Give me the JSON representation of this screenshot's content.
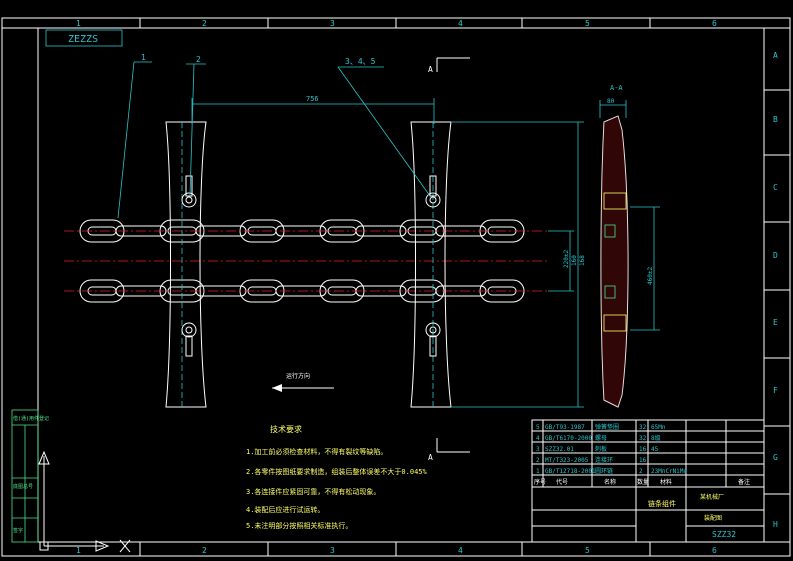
{
  "drawing": {
    "code_box": "ZEZZS",
    "drawing_number": "SZZ32",
    "grid_cols": [
      "1",
      "2",
      "3",
      "4",
      "5",
      "6"
    ],
    "grid_rows": [
      "A",
      "B",
      "C",
      "D",
      "E",
      "F",
      "G",
      "H"
    ],
    "section_mark": "A",
    "section_title": "A-A",
    "callouts": [
      "1",
      "2",
      "3、4、5"
    ],
    "dims": {
      "pitch": "756",
      "section_width": "80",
      "vertical_1": "220±2",
      "vertical_2": "160",
      "vertical_3": "168",
      "vertical_4": "460±2"
    },
    "direction_label": "运行方向",
    "tech_title": "技术要求",
    "tech_notes": [
      "1.加工前必须检查材料，不得有裂纹等缺陷。",
      "2.各零件按图纸要求制造，组装后整体误差不大于0.045%",
      "3.各连接件应紧固可靠，不得有松动现象。",
      "4.装配后应进行试运转。",
      "5.未注明部分按照相关标准执行。"
    ]
  },
  "bom": {
    "rows": [
      {
        "no": "5",
        "code": "GB/T93-1987",
        "name": "弹簧垫圈",
        "qty": "32",
        "material": "65Mn"
      },
      {
        "no": "4",
        "code": "GB/T6170-2000",
        "name": "螺母",
        "qty": "32",
        "material": "8级"
      },
      {
        "no": "3",
        "code": "SZZ32.01",
        "name": "刺板",
        "qty": "16",
        "material": "45"
      },
      {
        "no": "2",
        "code": "MT/T323-2005",
        "name": "连接环",
        "qty": "16",
        "material": ""
      },
      {
        "no": "1",
        "code": "GB/T12718-2001",
        "name": "圆环链",
        "qty": "2",
        "material": "23MnCrNiMo"
      }
    ],
    "header": {
      "no": "序号",
      "code": "代号",
      "name": "名称",
      "qty": "数量",
      "material": "材料",
      "note": "备注"
    },
    "title_block": {
      "part_name": "链条组件",
      "company": "某机械厂",
      "subtitle": "装配图"
    }
  },
  "left_strip": [
    "借(通)用件登记",
    "底图总号",
    "签字"
  ]
}
